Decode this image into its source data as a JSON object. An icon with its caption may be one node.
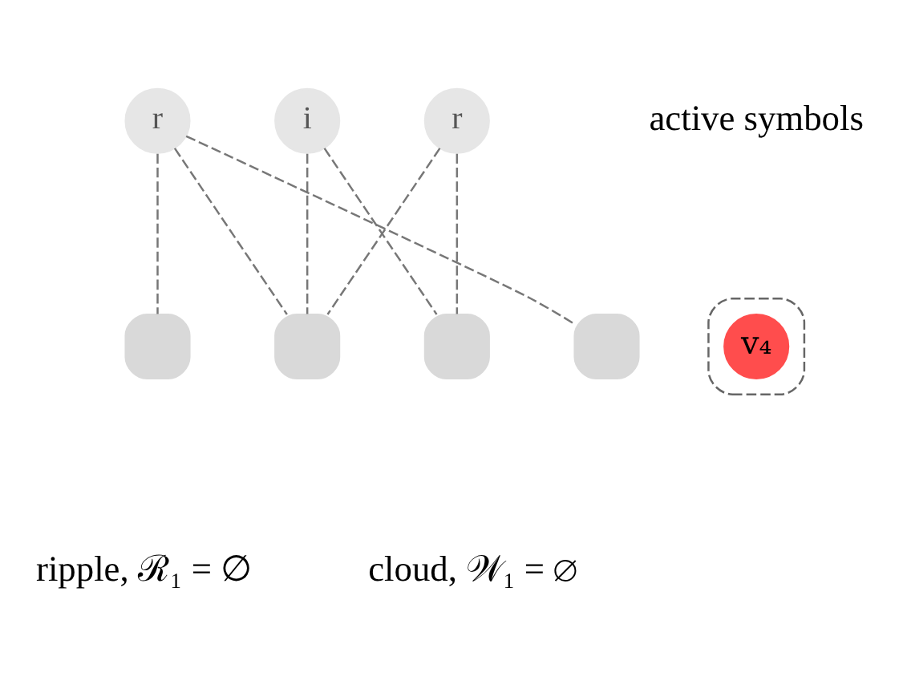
{
  "diagram": {
    "nodes": [
      {
        "text": [
          "r"
        ]
      },
      {
        "text": [
          "i"
        ]
      },
      {
        "text": [
          "r"
        ]
      },
      {
        "text": [],
        "shape": "box"
      },
      {
        "text": [
          "v₄"
        ],
        "in": 3
      },
      {
        "text": [],
        "shape": "box"
      },
      {
        "text": [],
        "shape": "box"
      },
      {
        "text": [],
        "shape": "box"
      },
      {
        "text": [],
        "shape": "box"
      }
    ],
    "edges": [
      {
        "from": 0,
        "to": 5,
        "arrow": "none",
        "style": "dashed"
      },
      {
        "from": 0,
        "to": 6,
        "arrow": "none",
        "style": "dashed"
      },
      {
        "from": 0,
        "to": 8,
        "arrow": "none",
        "style": "dashed"
      },
      {
        "from": 1,
        "to": 6,
        "arrow": "none",
        "style": "dashed"
      },
      {
        "from": 1,
        "to": 7,
        "arrow": "none",
        "style": "dashed"
      },
      {
        "from": 2,
        "to": 6,
        "arrow": "none",
        "style": "dashed"
      },
      {
        "from": 2,
        "to": 7,
        "arrow": "none",
        "style": "dashed"
      }
    ],
    "labels": [
      "active symbols",
      "ripple, ℛ₁ = ∅",
      "cloud, 𝒲₁ = ∅"
    ]
  }
}
